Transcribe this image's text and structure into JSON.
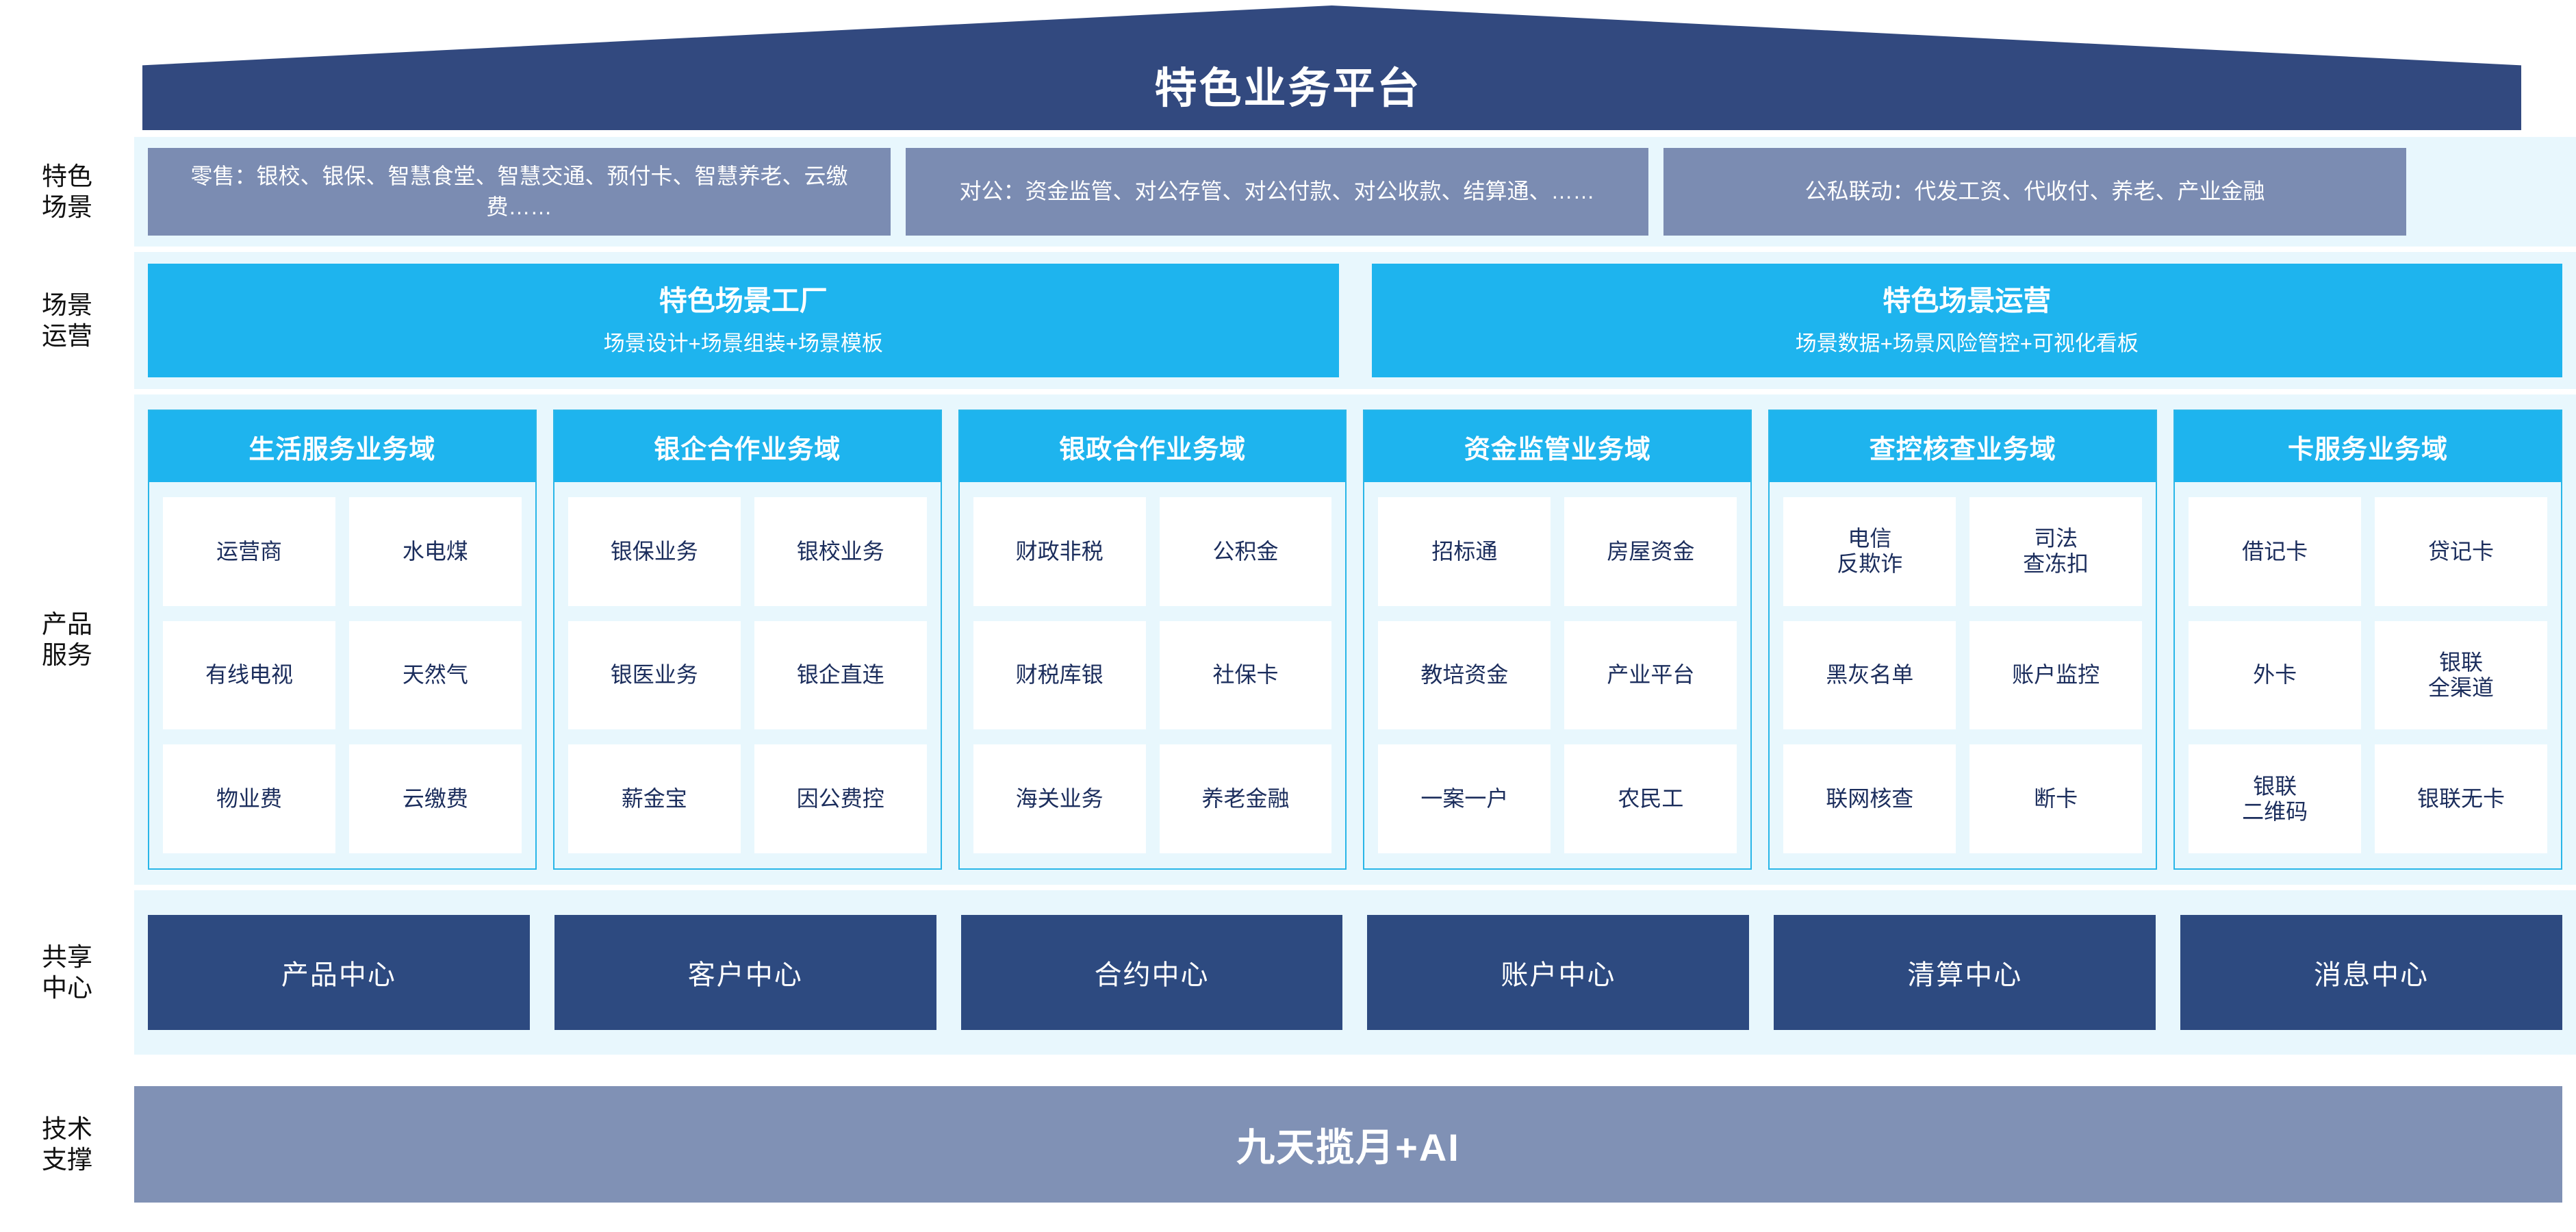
{
  "banner": {
    "title": "特色业务平台"
  },
  "colors": {
    "banner_navy": "#32497f",
    "panel_bg": "#e8f7fd",
    "scene_slate": "#7b8cb2",
    "cyan": "#1eb4ee",
    "center_navy": "#2d4a80",
    "tech_slate": "#8091b5",
    "chip_text": "#1b2d5c"
  },
  "rows": {
    "scene": {
      "label": "特色\n场景",
      "boxes": [
        {
          "text": "零售：银校、银保、智慧食堂、智慧交通、预付卡、智慧养老、云缴费……"
        },
        {
          "text": "对公：资金监管、对公存管、对公付款、对公收款、结算通、……"
        },
        {
          "text": "公私联动：代发工资、代收付、养老、产业金融"
        }
      ]
    },
    "operation": {
      "label": "场景\n运营",
      "boxes": [
        {
          "title": "特色场景工厂",
          "subtitle": "场景设计+场景组装+场景模板"
        },
        {
          "title": "特色场景运营",
          "subtitle": "场景数据+场景风险管控+可视化看板"
        }
      ]
    },
    "product": {
      "label": "产品\n服务",
      "domains": [
        {
          "title": "生活服务业务域",
          "chips": [
            "运营商",
            "水电煤",
            "有线电视",
            "天然气",
            "物业费",
            "云缴费"
          ]
        },
        {
          "title": "银企合作业务域",
          "chips": [
            "银保业务",
            "银校业务",
            "银医业务",
            "银企直连",
            "薪金宝",
            "因公费控"
          ]
        },
        {
          "title": "银政合作业务域",
          "chips": [
            "财政非税",
            "公积金",
            "财税库银",
            "社保卡",
            "海关业务",
            "养老金融"
          ]
        },
        {
          "title": "资金监管业务域",
          "chips": [
            "招标通",
            "房屋资金",
            "教培资金",
            "产业平台",
            "一案一户",
            "农民工"
          ]
        },
        {
          "title": "查控核查业务域",
          "chips": [
            "电信\n反欺诈",
            "司法\n查冻扣",
            "黑灰名单",
            "账户监控",
            "联网核查",
            "断卡"
          ]
        },
        {
          "title": "卡服务业务域",
          "chips": [
            "借记卡",
            "贷记卡",
            "外卡",
            "银联\n全渠道",
            "银联\n二维码",
            "银联无卡"
          ]
        }
      ]
    },
    "center": {
      "label": "共享\n中心",
      "boxes": [
        "产品中心",
        "客户中心",
        "合约中心",
        "账户中心",
        "清算中心",
        "消息中心"
      ]
    },
    "tech": {
      "label": "技术\n支撑",
      "box": "九天揽月+AI"
    }
  }
}
